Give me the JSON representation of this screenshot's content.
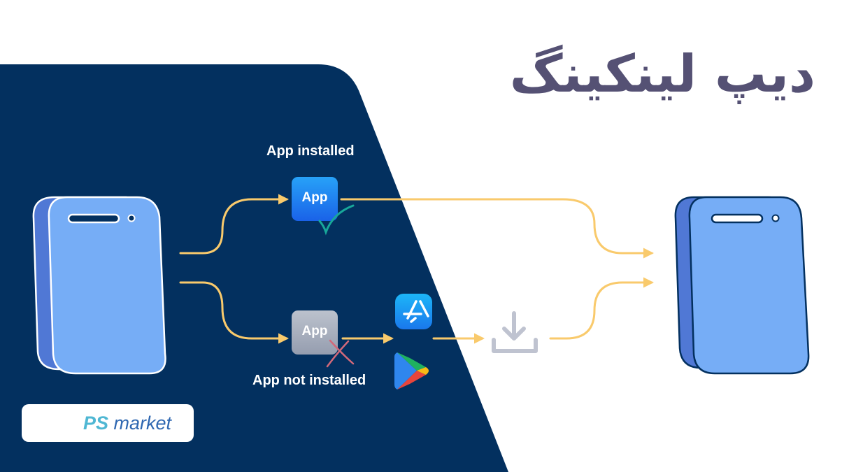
{
  "title": "دیپ لینکینگ",
  "flow": {
    "installed_label": "App installed",
    "not_installed_label": "App not installed",
    "app_icon_text": "App"
  },
  "icons": {
    "source_device": "smartphone-icon",
    "target_device": "smartphone-icon",
    "installed_app": "app-icon",
    "installed_status": "checkmark-icon",
    "missing_app": "app-icon-grey",
    "missing_status": "cross-icon",
    "store_1": "app-store-icon",
    "store_2": "google-play-icon",
    "download": "download-icon",
    "logo_cart": "shopping-cart-icon"
  },
  "logo": {
    "brand": "PS",
    "suffix": "market"
  },
  "colors": {
    "navy_background": "#03305f",
    "title": "#555174",
    "arrow": "#f9ca6c",
    "phone_body": "#76adf6",
    "phone_side": "#5078d5",
    "app_blue": "#1d7cf0",
    "app_grey": "#a6adbb",
    "check": "#18a89a",
    "cross": "#d2697a",
    "download": "#bfc3d0",
    "logo_blue": "#2e67b1",
    "logo_cyan": "#4fb7d3"
  }
}
